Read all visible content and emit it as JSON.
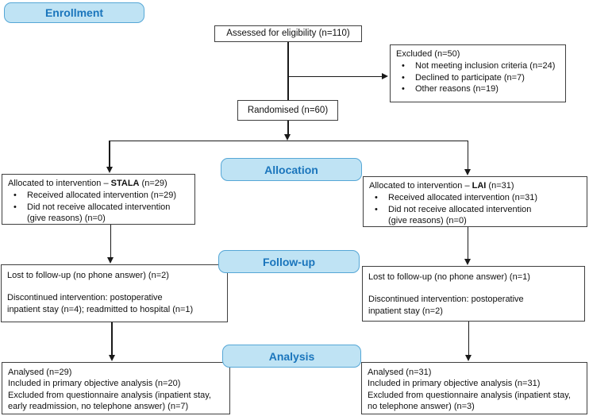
{
  "diagram": {
    "stages": {
      "enrollment": "Enrollment",
      "allocation": "Allocation",
      "followup": "Follow-up",
      "analysis": "Analysis"
    },
    "boxes": {
      "assessed": {
        "text": "Assessed for eligibility (n=110)"
      },
      "excluded": {
        "title": "Excluded (n=50)",
        "bullets": [
          "Not meeting inclusion criteria (n=24)",
          "Declined to participate (n=7)",
          "Other reasons (n=19)"
        ]
      },
      "randomised": {
        "text": "Randomised (n=60)"
      },
      "allocation_left": {
        "title_prefix": "Allocated to intervention – ",
        "title_group": "STALA",
        "title_suffix": " (n=29)",
        "bullets": [
          "Received allocated intervention (n=29)",
          "Did not receive allocated intervention\n(give reasons) (n=0)"
        ]
      },
      "allocation_right": {
        "title_prefix": "Allocated to intervention – ",
        "title_group": "LAI",
        "title_suffix": " (n=31)",
        "bullets": [
          "Received allocated intervention (n=31)",
          "Did not receive allocated intervention\n(give reasons) (n=0)"
        ]
      },
      "followup_left": {
        "lines": [
          "Lost to follow-up (no phone answer) (n=2)",
          "Discontinued intervention: postoperative\ninpatient stay (n=4); readmitted to hospital (n=1)"
        ]
      },
      "followup_right": {
        "lines": [
          "Lost to follow-up (no phone answer) (n=1)",
          "Discontinued intervention: postoperative\ninpatient stay (n=2)"
        ]
      },
      "analysis_left": {
        "lines": [
          "Analysed (n=29)",
          "Included in primary objective analysis (n=20)",
          "Excluded from questionnaire analysis (inpatient stay,\nearly readmission, no telephone answer) (n=7)"
        ]
      },
      "analysis_right": {
        "lines": [
          "Analysed (n=31)",
          "Included in primary objective analysis (n=31)",
          "Excluded from questionnaire analysis (inpatient stay,\nno telephone answer) (n=3)"
        ]
      }
    },
    "colors": {
      "stage_fill": "#bfe3f4",
      "stage_border": "#56a7d6",
      "stage_text": "#1a75bc",
      "box_border": "#3f3f3f",
      "connector": "#1a1a1a",
      "background": "#ffffff"
    }
  }
}
